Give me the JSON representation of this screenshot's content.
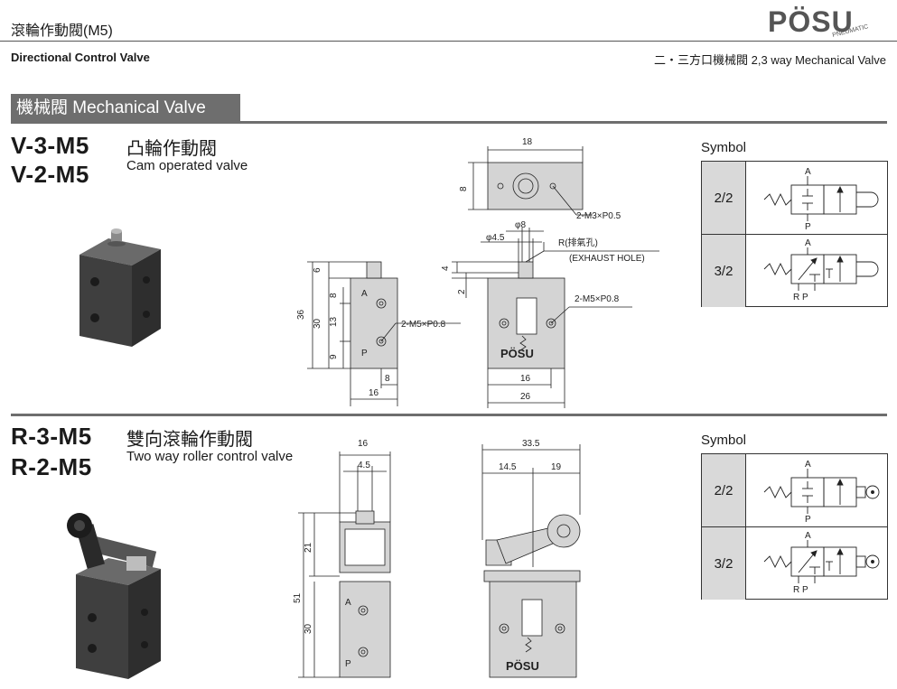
{
  "header": {
    "title": "滾輪作動閥(M5)",
    "subtitle": "Directional Control Valve",
    "right_subtitle": "二・三方口機械閥 2,3 way Mechanical Valve",
    "brand": "PÖSU",
    "brand_tag": "PNEUMATIC"
  },
  "banner": {
    "label": "機械閥 Mechanical Valve"
  },
  "sections": [
    {
      "models": [
        "V-3-M5",
        "V-2-M5"
      ],
      "name_zh": "凸輪作動閥",
      "name_en": "Cam operated valve",
      "symbol_label": "Symbol",
      "symbols": [
        {
          "label": "2/2",
          "ports_top": "A",
          "ports_bottom": "P"
        },
        {
          "label": "3/2",
          "ports_top": "A",
          "ports_bottom": "R  P"
        }
      ],
      "dims": {
        "top_width": "18",
        "top_height": "8",
        "top_note": "2-M3×P0.5",
        "phi8": "φ8",
        "phi45": "φ4.5",
        "exhaust_zh": "R(排氣孔)",
        "exhaust_en": "(EXHAUST HOLE)",
        "d4": "4",
        "d2": "2",
        "side_note": "2-M5×P0.8",
        "h36": "36",
        "h6": "6",
        "h30": "30",
        "h8": "8",
        "h13": "13",
        "h9": "9",
        "w8": "8",
        "w16": "16",
        "w16b": "16",
        "w26": "26",
        "front_note": "2-M5×P0.8",
        "port_a": "A",
        "port_p": "P",
        "port_r": "R"
      }
    },
    {
      "models": [
        "R-3-M5",
        "R-2-M5"
      ],
      "name_zh": "雙向滾輪作動閥",
      "name_en": "Two way roller control valve",
      "symbol_label": "Symbol",
      "symbols": [
        {
          "label": "2/2",
          "ports_top": "A",
          "ports_bottom": "P"
        },
        {
          "label": "3/2",
          "ports_top": "A",
          "ports_bottom": "R  P"
        }
      ],
      "dims": {
        "w16": "16",
        "w45": "4.5",
        "h51": "51",
        "h21": "21",
        "h30": "30",
        "w335": "33.5",
        "w145": "14.5",
        "w19": "19",
        "port_a": "A",
        "port_p": "P"
      }
    }
  ],
  "colors": {
    "banner": "#6e6e6e",
    "body_fill": "#d4d4d4",
    "photo_body": "#3f3f3f",
    "cell": "#d9d9d9"
  }
}
